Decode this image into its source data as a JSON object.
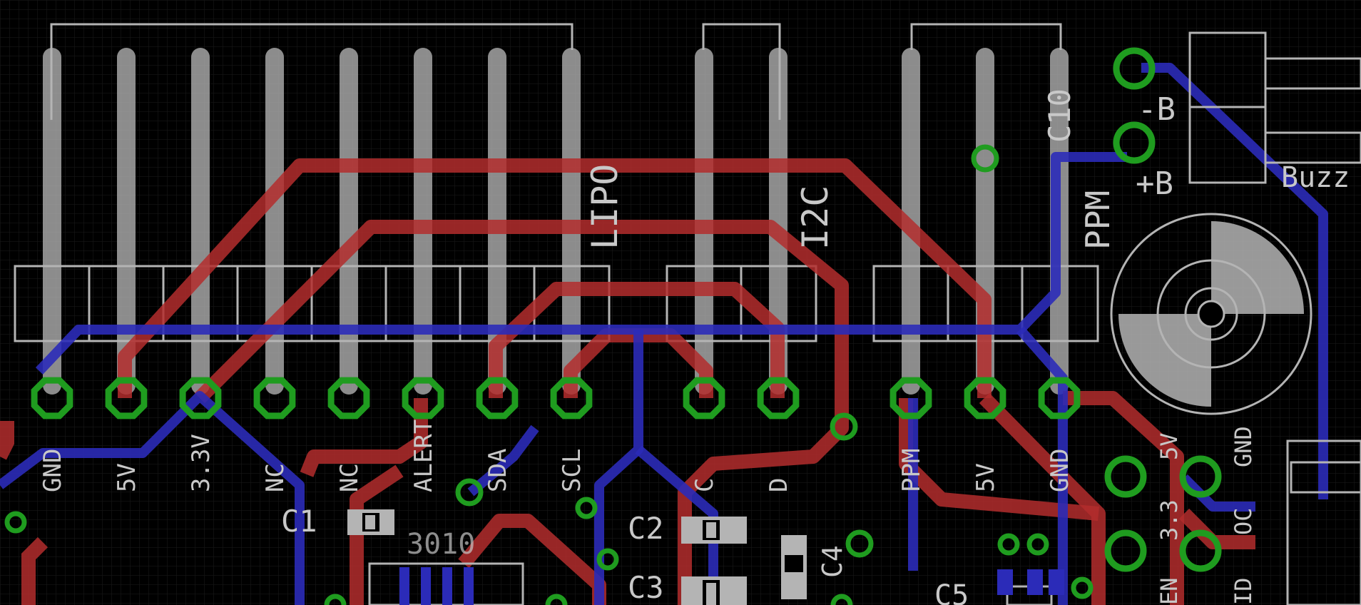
{
  "connectors": {
    "lipo": {
      "name": "LIPO",
      "pins": [
        "GND",
        "5V",
        "3.3V",
        "NC",
        "NC",
        "ALERT",
        "SDA",
        "SCL"
      ]
    },
    "i2c": {
      "name": "I2C",
      "pins": [
        "C",
        "D"
      ]
    },
    "ppm": {
      "name": "PPM",
      "pins": [
        "PPM",
        "5V",
        "GND"
      ]
    }
  },
  "buzzer": {
    "name": "Buzz",
    "pins": [
      "-B",
      "+B"
    ]
  },
  "regulator": {
    "labels": [
      "5V",
      "GND",
      "3.3",
      "OC",
      "EN",
      "ID"
    ]
  },
  "components": [
    "C1",
    "C2",
    "C3",
    "C4",
    "C5",
    "C10"
  ],
  "partial_labels": [
    "3010"
  ],
  "colors": {
    "background": "#000000",
    "grid": "#1c1c1c",
    "top_copper": "#b32d2d",
    "bottom_copper": "#2b2bb8",
    "pad": "#1f9c1f",
    "silkscreen": "#c8c8c8"
  }
}
